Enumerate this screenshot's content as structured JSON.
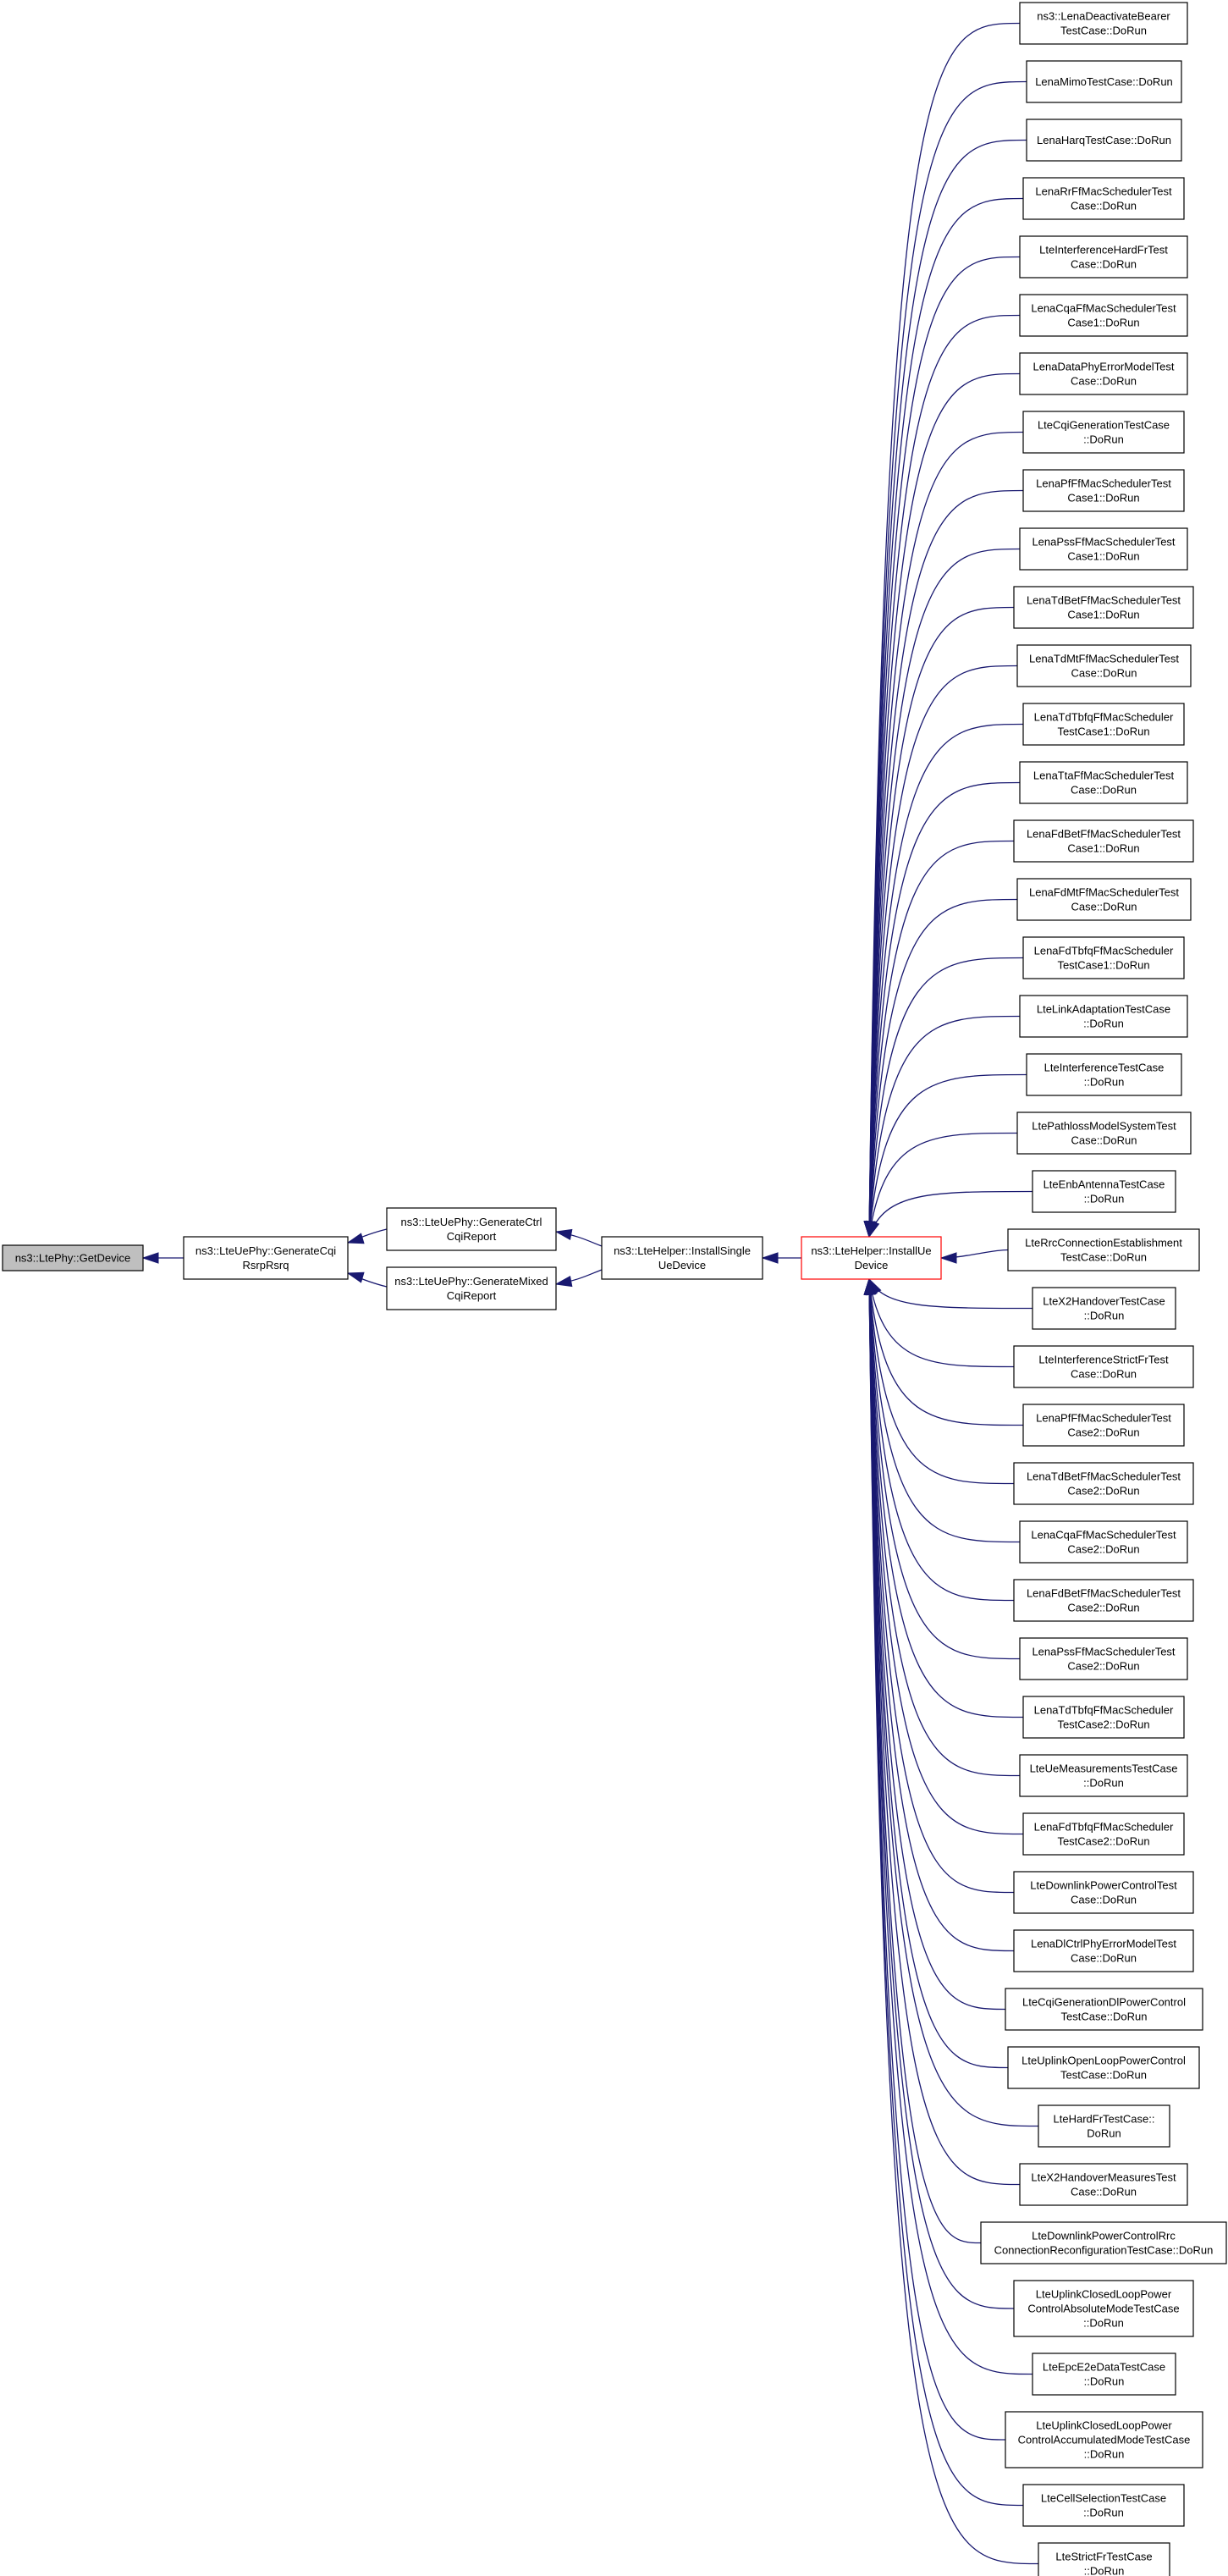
{
  "colors": {
    "edge": "#191970",
    "root_fill": "#bfbfbf",
    "focus_border": "#ff0000",
    "node_border": "#000000",
    "background": "#ffffff"
  },
  "nodes": {
    "root": [
      "ns3::LtePhy::GetDevice"
    ],
    "generate_cqi_rsrp_rsrq": [
      "ns3::LteUePhy::GenerateCqi",
      "RsrpRsrq"
    ],
    "generate_ctrl_cqi_report": [
      "ns3::LteUePhy::GenerateCtrl",
      "CqiReport"
    ],
    "generate_mixed_cqi_report": [
      "ns3::LteUePhy::GenerateMixed",
      "CqiReport"
    ],
    "install_single_ue_device": [
      "ns3::LteHelper::InstallSingle",
      "UeDevice"
    ],
    "install_ue_device": [
      "ns3::LteHelper::InstallUe",
      "Device"
    ]
  },
  "callers": [
    [
      "ns3::LenaDeactivateBearer",
      "TestCase::DoRun"
    ],
    [
      "LenaMimoTestCase::DoRun"
    ],
    [
      "LenaHarqTestCase::DoRun"
    ],
    [
      "LenaRrFfMacSchedulerTest",
      "Case::DoRun"
    ],
    [
      "LteInterferenceHardFrTest",
      "Case::DoRun"
    ],
    [
      "LenaCqaFfMacSchedulerTest",
      "Case1::DoRun"
    ],
    [
      "LenaDataPhyErrorModelTest",
      "Case::DoRun"
    ],
    [
      "LteCqiGenerationTestCase",
      "::DoRun"
    ],
    [
      "LenaPfFfMacSchedulerTest",
      "Case1::DoRun"
    ],
    [
      "LenaPssFfMacSchedulerTest",
      "Case1::DoRun"
    ],
    [
      "LenaTdBetFfMacSchedulerTest",
      "Case1::DoRun"
    ],
    [
      "LenaTdMtFfMacSchedulerTest",
      "Case::DoRun"
    ],
    [
      "LenaTdTbfqFfMacScheduler",
      "TestCase1::DoRun"
    ],
    [
      "LenaTtaFfMacSchedulerTest",
      "Case::DoRun"
    ],
    [
      "LenaFdBetFfMacSchedulerTest",
      "Case1::DoRun"
    ],
    [
      "LenaFdMtFfMacSchedulerTest",
      "Case::DoRun"
    ],
    [
      "LenaFdTbfqFfMacScheduler",
      "TestCase1::DoRun"
    ],
    [
      "LteLinkAdaptationTestCase",
      "::DoRun"
    ],
    [
      "LteInterferenceTestCase",
      "::DoRun"
    ],
    [
      "LtePathlossModelSystemTest",
      "Case::DoRun"
    ],
    [
      "LteEnbAntennaTestCase",
      "::DoRun"
    ],
    [
      "LteRrcConnectionEstablishment",
      "TestCase::DoRun"
    ],
    [
      "LteX2HandoverTestCase",
      "::DoRun"
    ],
    [
      "LteInterferenceStrictFrTest",
      "Case::DoRun"
    ],
    [
      "LenaPfFfMacSchedulerTest",
      "Case2::DoRun"
    ],
    [
      "LenaTdBetFfMacSchedulerTest",
      "Case2::DoRun"
    ],
    [
      "LenaCqaFfMacSchedulerTest",
      "Case2::DoRun"
    ],
    [
      "LenaFdBetFfMacSchedulerTest",
      "Case2::DoRun"
    ],
    [
      "LenaPssFfMacSchedulerTest",
      "Case2::DoRun"
    ],
    [
      "LenaTdTbfqFfMacScheduler",
      "TestCase2::DoRun"
    ],
    [
      "LteUeMeasurementsTestCase",
      "::DoRun"
    ],
    [
      "LenaFdTbfqFfMacScheduler",
      "TestCase2::DoRun"
    ],
    [
      "LteDownlinkPowerControlTest",
      "Case::DoRun"
    ],
    [
      "LenaDlCtrlPhyErrorModelTest",
      "Case::DoRun"
    ],
    [
      "LteCqiGenerationDlPowerControl",
      "TestCase::DoRun"
    ],
    [
      "LteUplinkOpenLoopPowerControl",
      "TestCase::DoRun"
    ],
    [
      "LteHardFrTestCase::",
      "DoRun"
    ],
    [
      "LteX2HandoverMeasuresTest",
      "Case::DoRun"
    ],
    [
      "LteDownlinkPowerControlRrc",
      "ConnectionReconfigurationTestCase::DoRun"
    ],
    [
      "LteUplinkClosedLoopPower",
      "ControlAbsoluteModeTestCase",
      "::DoRun"
    ],
    [
      "LteEpcE2eDataTestCase",
      "::DoRun"
    ],
    [
      "LteUplinkClosedLoopPower",
      "ControlAccumulatedModeTestCase",
      "::DoRun"
    ],
    [
      "LteCellSelectionTestCase",
      "::DoRun"
    ],
    [
      "LteStrictFrTestCase",
      "::DoRun"
    ]
  ]
}
